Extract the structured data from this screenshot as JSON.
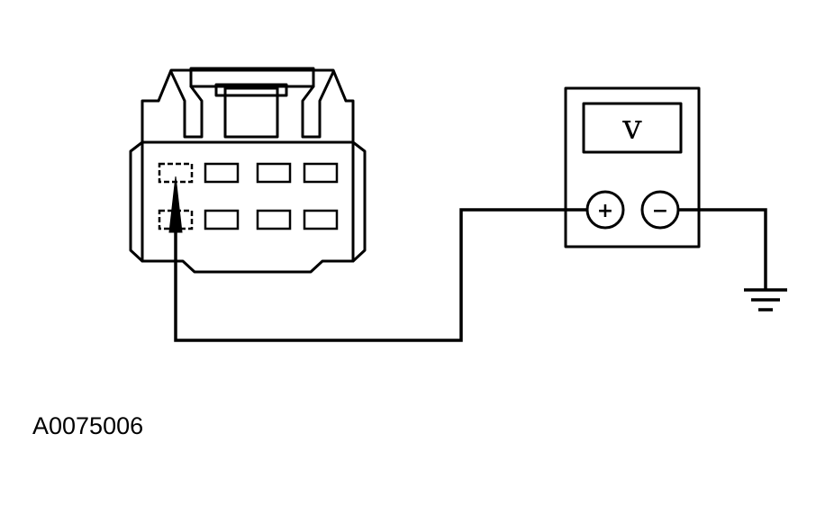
{
  "figure": {
    "id": "A0075006"
  },
  "meter": {
    "display_symbol": "v",
    "positive_symbol": "+",
    "negative_symbol": "−"
  },
  "connector": {
    "rows": 2,
    "cols": 4,
    "probed_cavity": {
      "row": 1,
      "col": 1
    }
  }
}
